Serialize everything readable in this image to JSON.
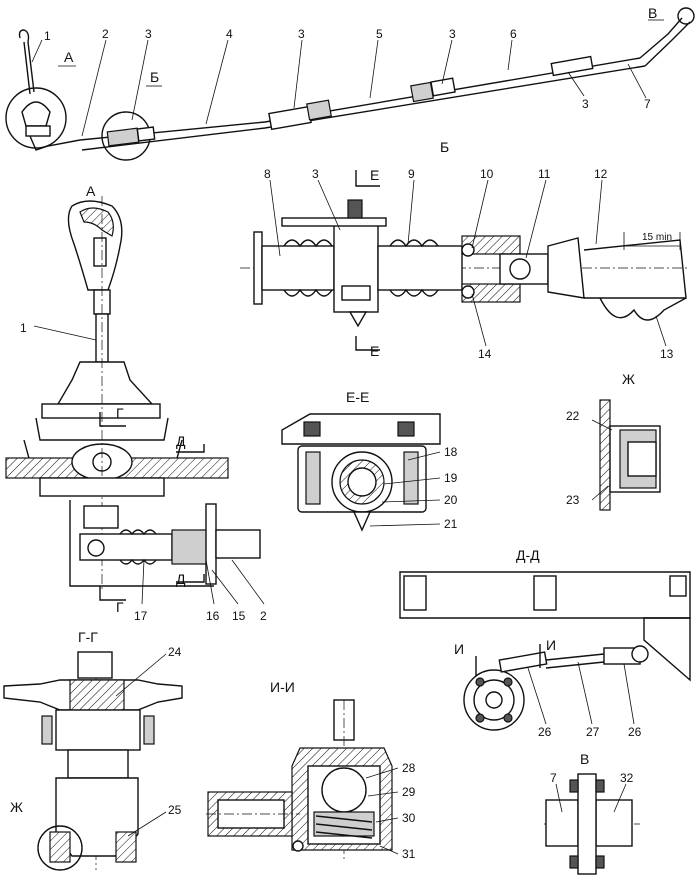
{
  "overview": {
    "callouts": {
      "lever": "1",
      "item2": "2",
      "clamp_left": "3",
      "rod4": "4",
      "clamp_mid1": "3",
      "rod5": "5",
      "clamp_mid2": "3",
      "rod6": "6",
      "clamp_right": "3",
      "rod7": "7"
    },
    "views": {
      "a": "А",
      "b": "Б",
      "v": "В"
    }
  },
  "view_a": {
    "title": "А",
    "section_marks": {
      "g_top": "Г",
      "g_bottom": "Г",
      "d_top": "Д",
      "d_bottom": "Д"
    },
    "callouts": {
      "c1": "1",
      "c17": "17",
      "c16": "16",
      "c15": "15",
      "c2": "2"
    }
  },
  "view_b": {
    "title": "Б",
    "section_marks": {
      "e_top": "Е",
      "e_bottom": "Е"
    },
    "callouts": {
      "c8": "8",
      "c3": "3",
      "c9": "9",
      "c10": "10",
      "c11": "11",
      "c12": "12",
      "c14": "14",
      "c13": "13"
    },
    "dimension": "15 min"
  },
  "section_ee": {
    "title": "Е-Е",
    "callouts": {
      "c18": "18",
      "c19": "19",
      "c20": "20",
      "c21": "21"
    }
  },
  "view_zh": {
    "title": "Ж",
    "callouts": {
      "c22": "22",
      "c23": "23"
    }
  },
  "section_dd": {
    "title": "Д-Д",
    "section_marks": {
      "i_left": "И",
      "i_right": "И"
    },
    "callouts": {
      "c26a": "26",
      "c27": "27",
      "c26b": "26"
    }
  },
  "section_gg": {
    "title": "Г-Г",
    "zh_mark": "Ж",
    "callouts": {
      "c24": "24",
      "c25": "25"
    }
  },
  "section_ii": {
    "title": "И-И",
    "callouts": {
      "c28": "28",
      "c29": "29",
      "c30": "30",
      "c31": "31"
    }
  },
  "view_v": {
    "title": "В",
    "callouts": {
      "c7": "7",
      "c32": "32"
    }
  }
}
